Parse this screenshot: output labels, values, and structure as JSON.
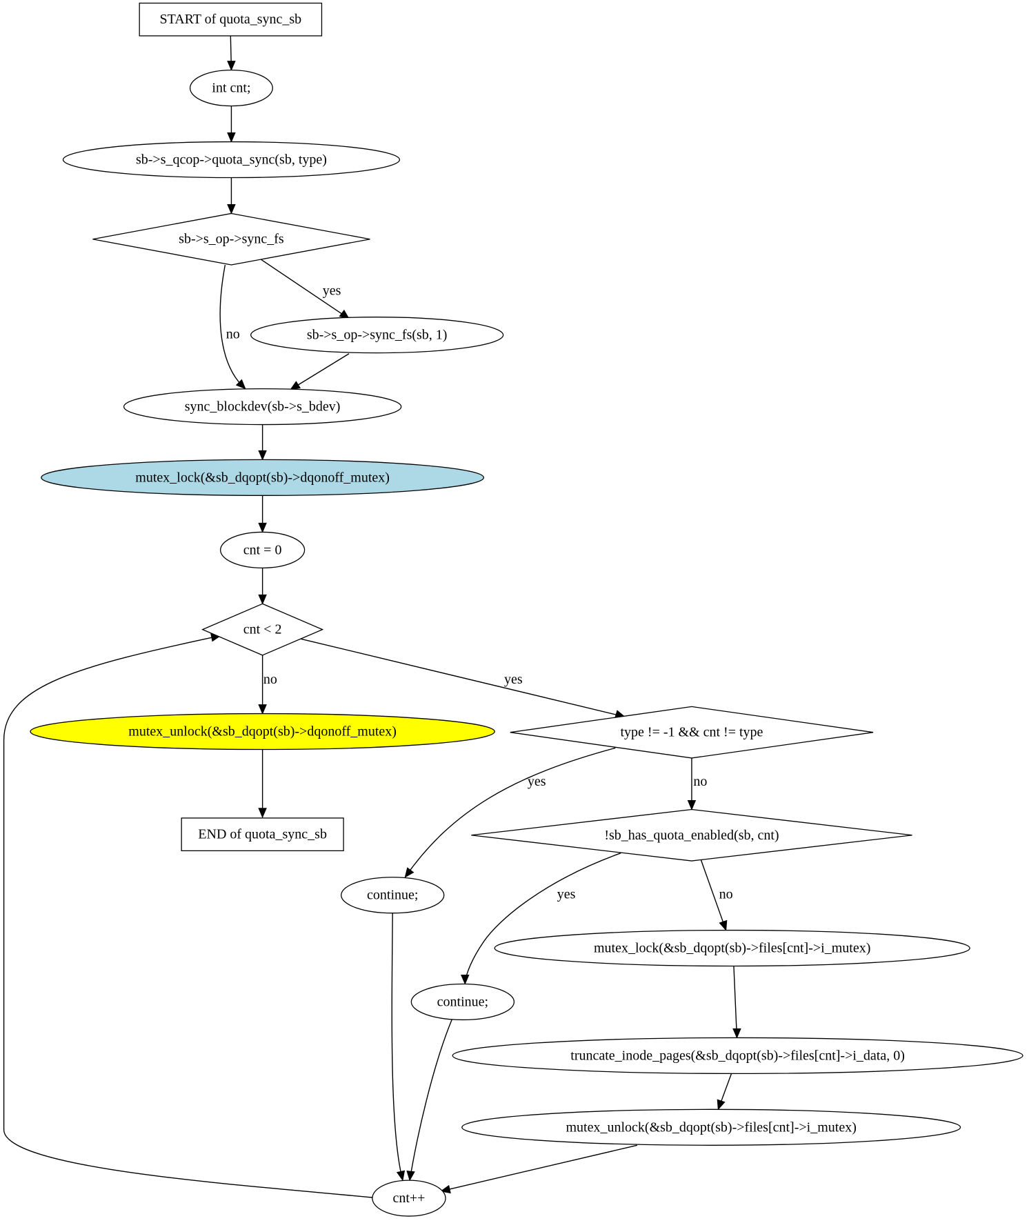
{
  "nodes": {
    "start": {
      "label": "START of quota_sync_sb",
      "shape": "box"
    },
    "int_cnt": {
      "label": "int cnt;",
      "shape": "ellipse"
    },
    "quota_sync": {
      "label": "sb->s_qcop->quota_sync(sb, type)",
      "shape": "ellipse"
    },
    "sync_fs_check": {
      "label": "sb->s_op->sync_fs",
      "shape": "diamond"
    },
    "sync_fs_call": {
      "label": "sb->s_op->sync_fs(sb, 1)",
      "shape": "ellipse"
    },
    "sync_blockdev": {
      "label": "sync_blockdev(sb->s_bdev)",
      "shape": "ellipse"
    },
    "mutex_lock_dqonoff": {
      "label": "mutex_lock(&sb_dqopt(sb)->dqonoff_mutex)",
      "shape": "ellipse",
      "fill": "#add8e6"
    },
    "cnt_init": {
      "label": "cnt = 0",
      "shape": "ellipse"
    },
    "loop_cond": {
      "label": "cnt < 2",
      "shape": "diamond"
    },
    "mutex_unlock_dqonoff": {
      "label": "mutex_unlock(&sb_dqopt(sb)->dqonoff_mutex)",
      "shape": "ellipse",
      "fill": "#ffff00"
    },
    "end": {
      "label": "END of quota_sync_sb",
      "shape": "box"
    },
    "type_check": {
      "label": "type != -1 && cnt != type",
      "shape": "diamond"
    },
    "continue_1": {
      "label": "continue;",
      "shape": "ellipse"
    },
    "quota_enabled_check": {
      "label": "!sb_has_quota_enabled(sb, cnt)",
      "shape": "diamond"
    },
    "continue_2": {
      "label": "continue;",
      "shape": "ellipse"
    },
    "mutex_lock_files": {
      "label": "mutex_lock(&sb_dqopt(sb)->files[cnt]->i_mutex)",
      "shape": "ellipse"
    },
    "truncate_pages": {
      "label": "truncate_inode_pages(&sb_dqopt(sb)->files[cnt]->i_data, 0)",
      "shape": "ellipse"
    },
    "mutex_unlock_files": {
      "label": "mutex_unlock(&sb_dqopt(sb)->files[cnt]->i_mutex)",
      "shape": "ellipse"
    },
    "cnt_inc": {
      "label": "cnt++",
      "shape": "ellipse"
    }
  },
  "edges": [
    {
      "from": "start",
      "to": "int_cnt",
      "label": ""
    },
    {
      "from": "int_cnt",
      "to": "quota_sync",
      "label": ""
    },
    {
      "from": "quota_sync",
      "to": "sync_fs_check",
      "label": ""
    },
    {
      "from": "sync_fs_check",
      "to": "sync_fs_call",
      "label": "yes"
    },
    {
      "from": "sync_fs_check",
      "to": "sync_blockdev",
      "label": "no"
    },
    {
      "from": "sync_fs_call",
      "to": "sync_blockdev",
      "label": ""
    },
    {
      "from": "sync_blockdev",
      "to": "mutex_lock_dqonoff",
      "label": ""
    },
    {
      "from": "mutex_lock_dqonoff",
      "to": "cnt_init",
      "label": ""
    },
    {
      "from": "cnt_init",
      "to": "loop_cond",
      "label": ""
    },
    {
      "from": "loop_cond",
      "to": "mutex_unlock_dqonoff",
      "label": "no"
    },
    {
      "from": "loop_cond",
      "to": "type_check",
      "label": "yes"
    },
    {
      "from": "mutex_unlock_dqonoff",
      "to": "end",
      "label": ""
    },
    {
      "from": "type_check",
      "to": "continue_1",
      "label": "yes"
    },
    {
      "from": "type_check",
      "to": "quota_enabled_check",
      "label": "no"
    },
    {
      "from": "quota_enabled_check",
      "to": "continue_2",
      "label": "yes"
    },
    {
      "from": "quota_enabled_check",
      "to": "mutex_lock_files",
      "label": "no"
    },
    {
      "from": "mutex_lock_files",
      "to": "truncate_pages",
      "label": ""
    },
    {
      "from": "truncate_pages",
      "to": "mutex_unlock_files",
      "label": ""
    },
    {
      "from": "continue_1",
      "to": "cnt_inc",
      "label": ""
    },
    {
      "from": "continue_2",
      "to": "cnt_inc",
      "label": ""
    },
    {
      "from": "mutex_unlock_files",
      "to": "cnt_inc",
      "label": ""
    },
    {
      "from": "cnt_inc",
      "to": "loop_cond",
      "label": ""
    }
  ]
}
